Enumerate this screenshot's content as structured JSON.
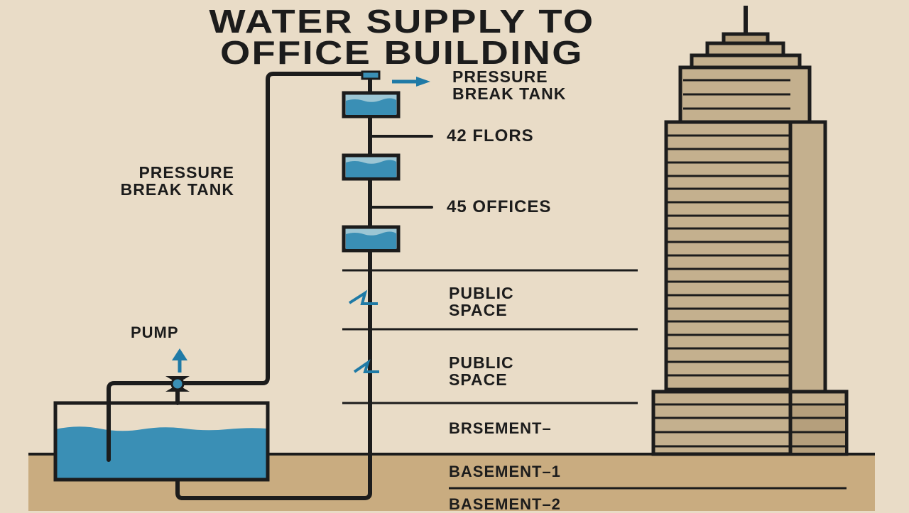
{
  "title": {
    "line1": "WATER SUPPLY TO",
    "line2": "OFFICE BUILDING"
  },
  "labels": {
    "pressure_break_tank_top": {
      "line1": "PRESSURE",
      "line2": "BREAK TANK"
    },
    "pressure_break_tank_left": {
      "line1": "PRESSURE",
      "line2": "BREAK TANK"
    },
    "floors": "42 FLORS",
    "offices": "45 OFFICES",
    "public_space_1": {
      "line1": "PUBLIC",
      "line2": "SPACE"
    },
    "public_space_2": {
      "line1": "PUBLIC",
      "line2": "SPACE"
    },
    "basement": "BRSEMENT–",
    "basement_1": "BASEMENT–1",
    "basement_2": "BASEMENT–2",
    "pump": "PUMP"
  },
  "colors": {
    "background": "#e9dcc7",
    "ground": "#c9ac80",
    "building": "#c4b08e",
    "water": "#3a8fb5",
    "line": "#1c1c1c",
    "arrow": "#1f7aa6"
  },
  "icons": [
    "arrow-right-icon",
    "arrow-up-icon",
    "flow-arrow-icon",
    "valve-icon"
  ]
}
